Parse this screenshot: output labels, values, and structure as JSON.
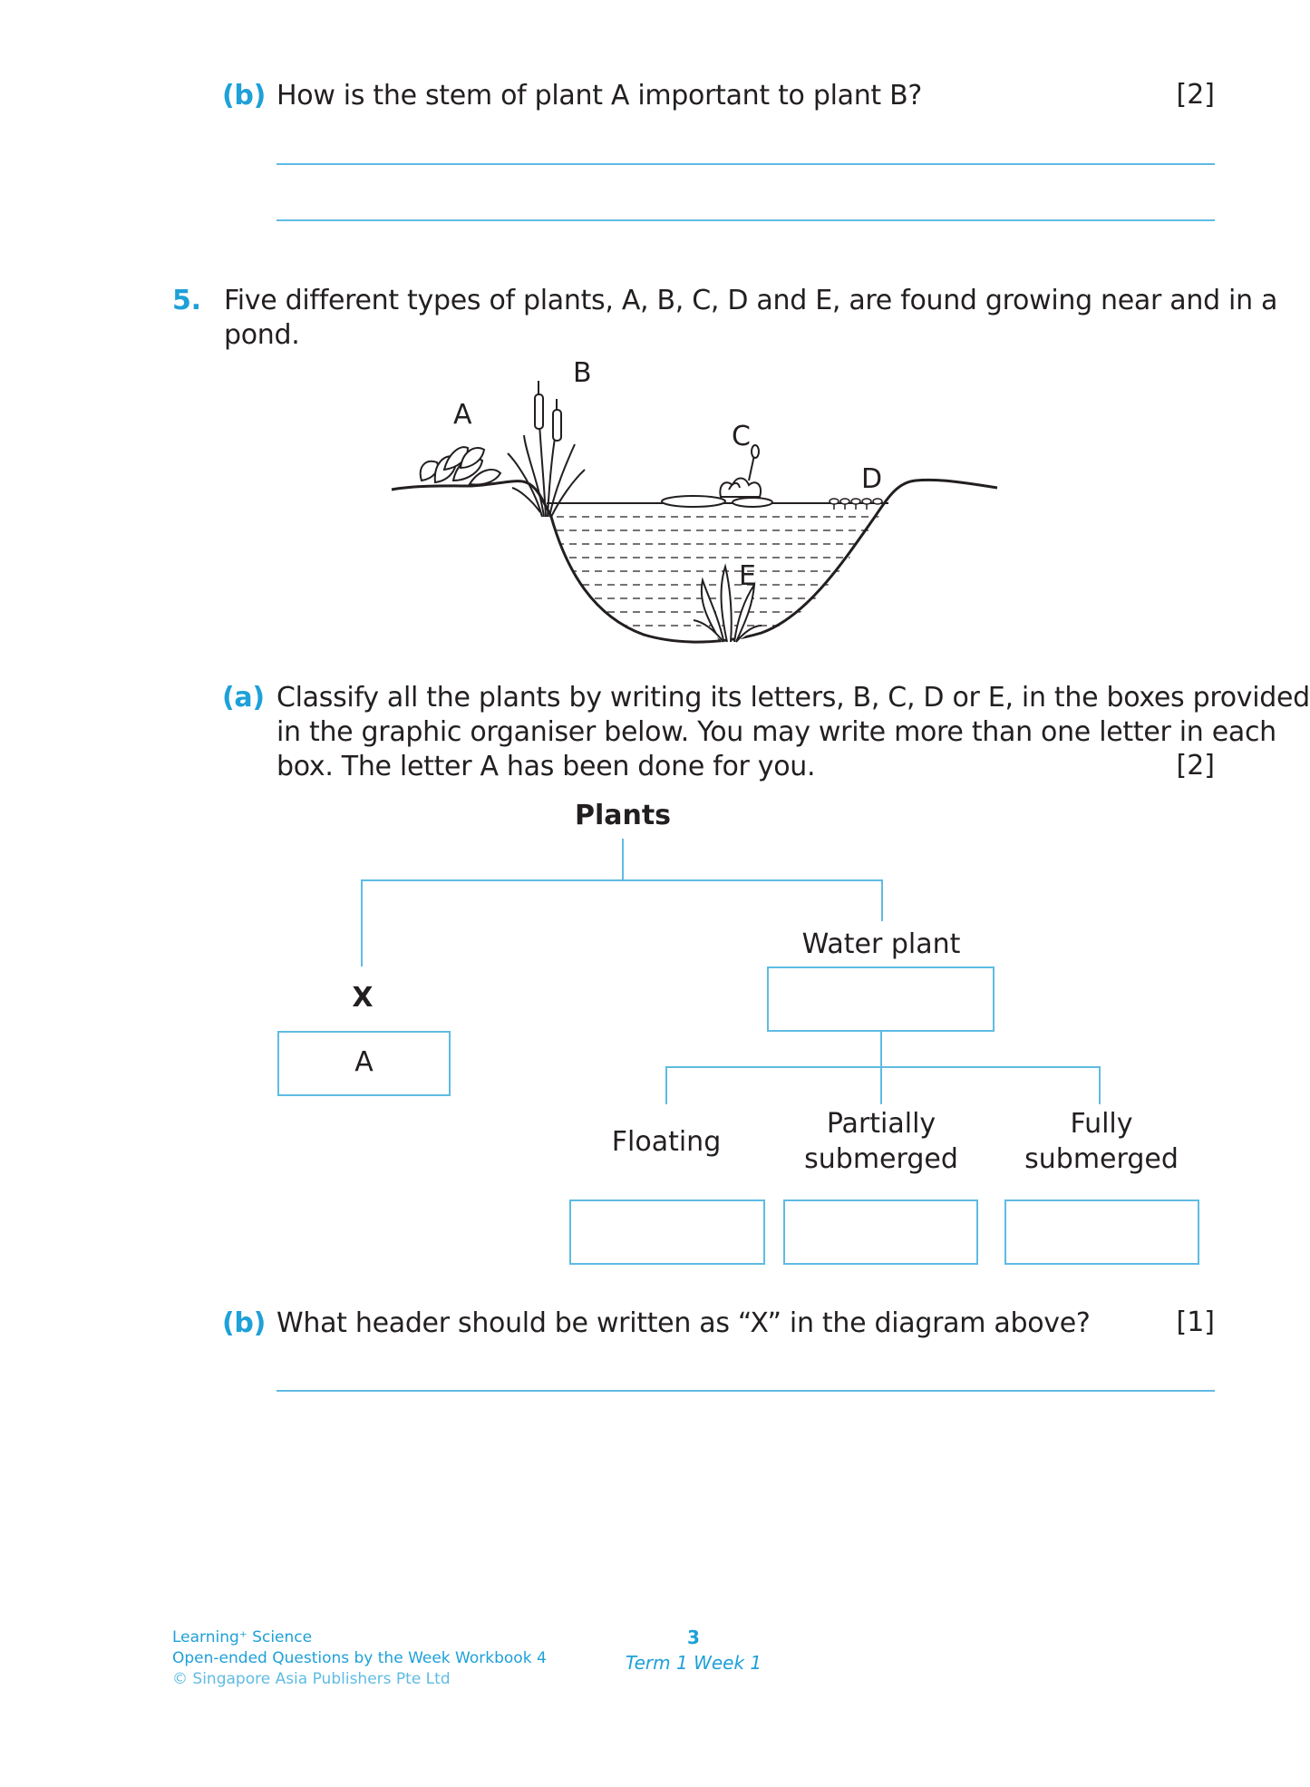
{
  "q4b": {
    "label": "(b)",
    "text": "How is the stem of plant A important to plant B?",
    "marks": "[2]"
  },
  "q5": {
    "number": "5.",
    "line1": "Five different types of plants, A, B, C, D and E, are found growing near and in a",
    "line2": "pond.",
    "diagram_labels": {
      "a": "A",
      "b": "B",
      "c": "C",
      "d": "D",
      "e": "E"
    }
  },
  "q5a": {
    "label": "(a)",
    "line1": "Classify all the plants by writing its letters, B, C, D or E, in the boxes provided",
    "line2": "in the graphic organiser below. You may write more than one letter in each",
    "line3": "box. The letter A has been done for you.",
    "marks": "[2]"
  },
  "organiser": {
    "root": "Plants",
    "left_header": "X",
    "left_box": "A",
    "right_header": "Water plant",
    "floating": "Floating",
    "partially_1": "Partially",
    "partially_2": "submerged",
    "fully_1": "Fully",
    "fully_2": "submerged"
  },
  "q5b": {
    "label": "(b)",
    "text": "What header should be written as “X” in the diagram above?",
    "marks": "[1]"
  },
  "footer": {
    "series": "Learning⁺ Science",
    "book": "Open-ended Questions by the Week Workbook 4",
    "copyright": "© Singapore Asia Publishers Pte Ltd",
    "page": "3",
    "term": "Term 1 Week 1"
  },
  "colors": {
    "accent": "#1ea0d8",
    "line": "#5fbbe3",
    "text": "#231f20"
  }
}
